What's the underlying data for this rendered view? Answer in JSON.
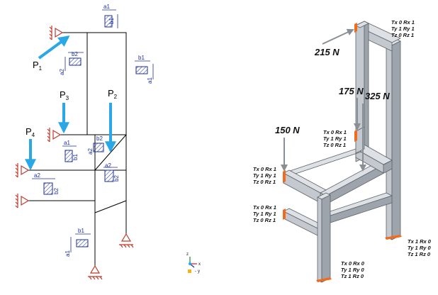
{
  "left_schematic": {
    "load_labels": [
      {
        "letter": "P",
        "sub": "1"
      },
      {
        "letter": "P",
        "sub": "2"
      },
      {
        "letter": "P",
        "sub": "3"
      },
      {
        "letter": "P",
        "sub": "4"
      }
    ],
    "section_labels": [
      {
        "top": "a1",
        "side": "b1"
      },
      {
        "top": "b2",
        "side": "a2"
      },
      {
        "top": "b1",
        "side": "a1"
      },
      {
        "top": "a1",
        "side": "b1"
      },
      {
        "top": "b2",
        "side": "a2"
      },
      {
        "top": "a2",
        "side": "b2"
      },
      {
        "top": "a2",
        "side": "b2"
      },
      {
        "top": "b1",
        "side": "a1"
      }
    ],
    "colors": {
      "frame": "#000000",
      "load_arrow": "#2aa8e6",
      "section": "#1c2ea6",
      "support": "#c0392b"
    }
  },
  "right_model": {
    "forces": [
      "215 N",
      "175 N",
      "325 N",
      "150 N"
    ],
    "constraints": [
      [
        "Tx 0 Rx 1",
        "Ty 1 Ry 1",
        "Tz 0 Rz 1"
      ],
      [
        "Tx 0 Rx 1",
        "Ty 1 Ry 1",
        "Tz 0 Rz 1"
      ],
      [
        "Tx 0 Rx 1",
        "Ty 1 Ry 1",
        "Tz 0 Rz 1"
      ],
      [
        "Tx 0 Rx 1",
        "Ty 1 Ry 1",
        "Tz 0 Rz 1"
      ],
      [
        "Tx 0 Rx 0",
        "Ty 1 Ry 0",
        "Tz 1 Rz 0"
      ],
      [
        "Tx 1 Rx 0",
        "Ty 1 Ry 0",
        "Tz 1 Rz 0"
      ]
    ],
    "colors": {
      "member_face": "#c4c9cf",
      "member_top": "#dde1e5",
      "member_side": "#9ea4ab",
      "support": "#f26a1b"
    }
  },
  "triad": {
    "axes": [
      "z",
      "x",
      "y"
    ],
    "prefix": "-"
  }
}
